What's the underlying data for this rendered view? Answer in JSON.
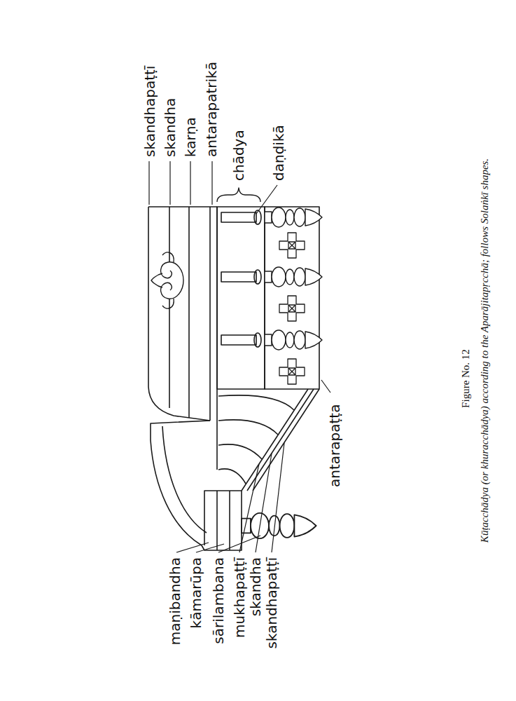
{
  "diagram": {
    "title": "Figure No. 12",
    "caption": "Kūṭacchādya (or khuracchādya) according to the Aparājitapṛcchā; follows Solaṅkī shapes.",
    "labels": [
      "skandhapaṭṭī",
      "skandha",
      "karṇa",
      "antarapatrikā",
      "chādya",
      "daṇḍikā",
      "antarapaṭṭa",
      "maṇibandha",
      "kāmarūpa",
      "sārilambana",
      "mukhapaṭṭī",
      "skandha",
      "skandhapaṭṭī"
    ]
  }
}
